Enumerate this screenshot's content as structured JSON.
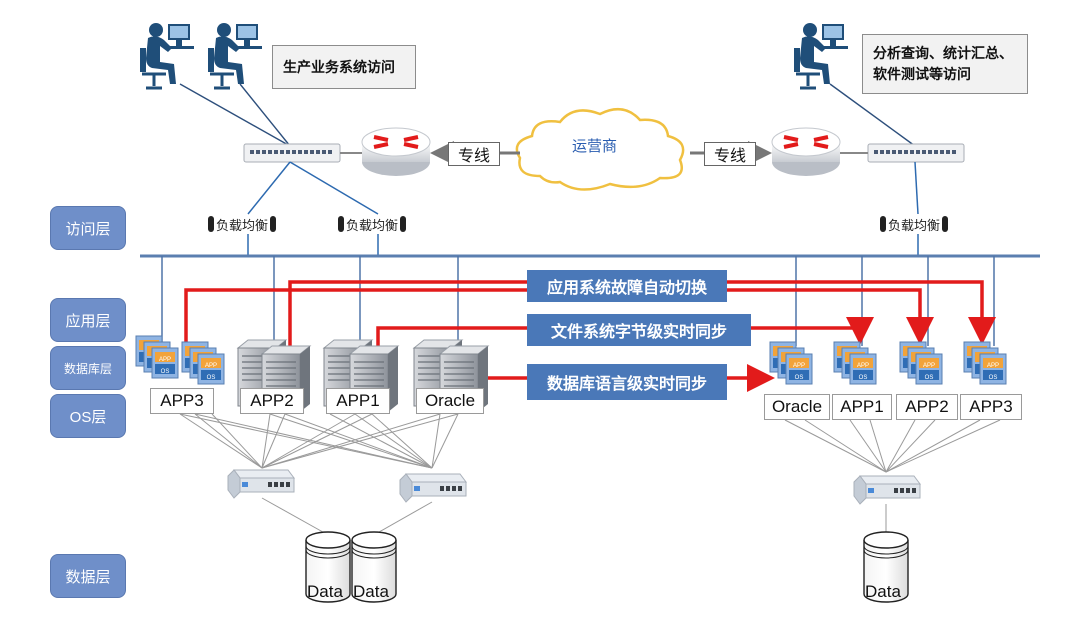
{
  "layers": {
    "access": "访问层",
    "application": "应用层",
    "database": "数据库层",
    "os": "OS层",
    "data": "数据层"
  },
  "notes": {
    "production_access": "生产业务系统访问",
    "analysis_access_line1": "分析查询、统计汇总、",
    "analysis_access_line2": "软件测试等访问"
  },
  "network": {
    "carrier": "运营商",
    "leased_line_left": "专线",
    "leased_line_right": "专线",
    "load_balancer": "负载均衡"
  },
  "sync": {
    "app_failover": "应用系统故障自动切换",
    "file_sync": "文件系统字节级实时同步",
    "db_sync": "数据库语言级实时同步"
  },
  "stack_labels": {
    "app": "APP",
    "os": "OS"
  },
  "primary_nodes": [
    "APP3",
    "APP2",
    "APP1",
    "Oracle"
  ],
  "backup_nodes": [
    "Oracle",
    "APP1",
    "APP2",
    "APP3"
  ],
  "storage": {
    "disk": "Data"
  },
  "colors": {
    "sync_red": "#e21b1b",
    "layer_blue": "#6f8fc9",
    "sync_label": "#4a78b8",
    "bus_blue": "#5b7fb0"
  }
}
